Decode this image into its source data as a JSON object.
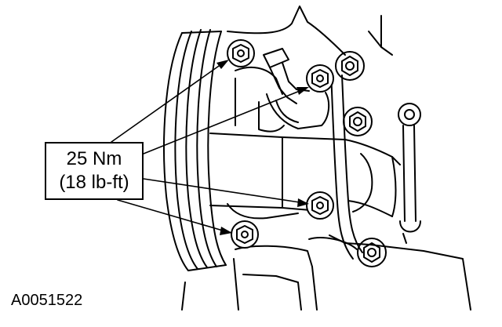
{
  "callout": {
    "torque_metric": "25 Nm",
    "torque_imperial": "(18 lb-ft)"
  },
  "figure_id": "A0051522",
  "bolts": [
    {
      "name": "bolt-upper-left"
    },
    {
      "name": "bolt-upper-center"
    },
    {
      "name": "bolt-lower-center"
    },
    {
      "name": "bolt-lower-left"
    }
  ],
  "colors": {
    "line": "#000000",
    "background": "#ffffff"
  }
}
